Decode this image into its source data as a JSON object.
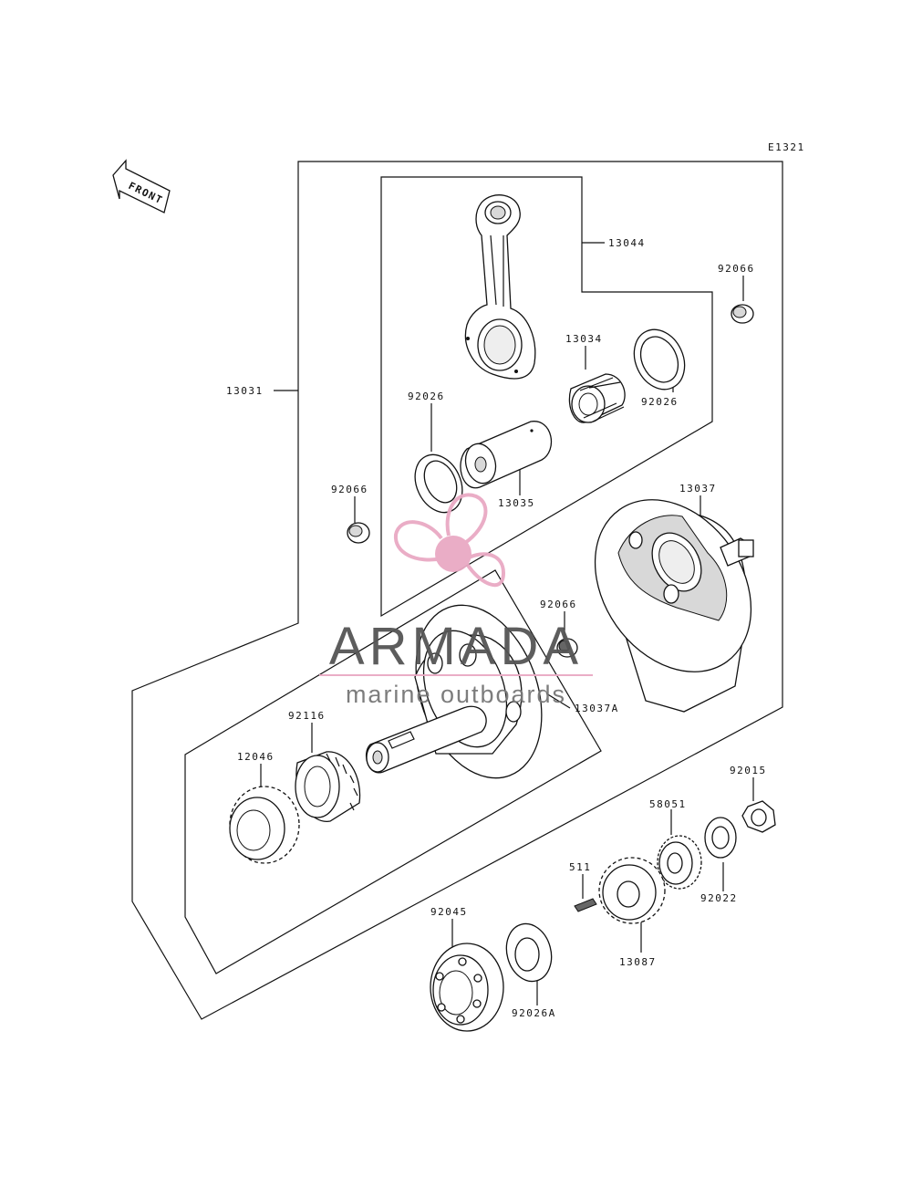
{
  "diagram": {
    "code": "E1321",
    "front_label": "FRONT",
    "labels": {
      "p13031": "13031",
      "p13044": "13044",
      "p92066a": "92066",
      "p13034": "13034",
      "p92026a": "92026",
      "p92026b": "92026",
      "p13035": "13035",
      "p92066b": "92066",
      "p13037": "13037",
      "p92066c": "92066",
      "p13037A": "13037A",
      "p92116": "92116",
      "p12046": "12046",
      "p92015": "92015",
      "p58051": "58051",
      "p511": "511",
      "p92022": "92022",
      "p92045": "92045",
      "p13087": "13087",
      "p92026A": "92026A"
    }
  },
  "watermark": {
    "brand": "ARMADA",
    "tagline": "marine outboards",
    "accent_color": "#e9a9c4",
    "text_color": "#555555"
  }
}
